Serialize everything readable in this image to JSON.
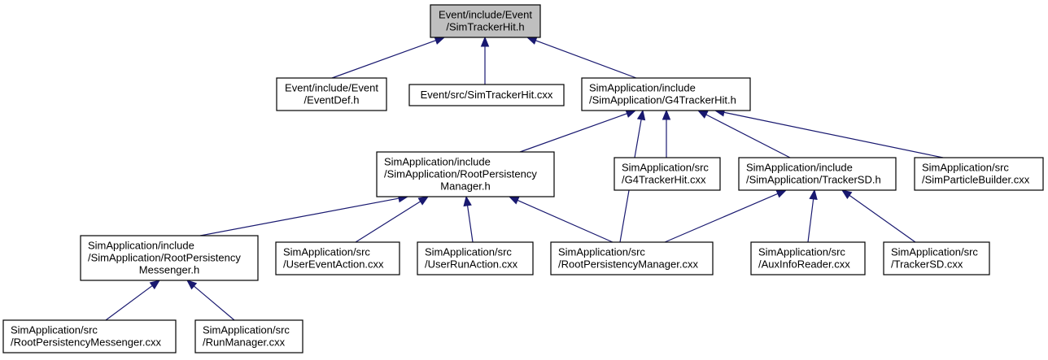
{
  "colors": {
    "edge": "#191970",
    "root_fill": "#bfbfbf",
    "node_fill": "#ffffff",
    "border": "#000000"
  },
  "nodes": {
    "root": [
      "Event/include/Event",
      "/SimTrackerHit.h"
    ],
    "eventdef": [
      "Event/include/Event",
      "/EventDef.h"
    ],
    "simtrackerhit_cxx": [
      "Event/src/SimTrackerHit.cxx"
    ],
    "g4trackerhit_h": [
      "SimApplication/include",
      "/SimApplication/G4TrackerHit.h"
    ],
    "rpm_h": [
      "SimApplication/include",
      "/SimApplication/RootPersistency",
      "Manager.h"
    ],
    "g4trackerhit_cxx": [
      "SimApplication/src",
      "/G4TrackerHit.cxx"
    ],
    "trackersd_h": [
      "SimApplication/include",
      "/SimApplication/TrackerSD.h"
    ],
    "simparticlebuilder": [
      "SimApplication/src",
      "/SimParticleBuilder.cxx"
    ],
    "rpmess_h": [
      "SimApplication/include",
      "/SimApplication/RootPersistency",
      "Messenger.h"
    ],
    "usereventaction": [
      "SimApplication/src",
      "/UserEventAction.cxx"
    ],
    "userrunaction": [
      "SimApplication/src",
      "/UserRunAction.cxx"
    ],
    "rpm_cxx": [
      "SimApplication/src",
      "/RootPersistencyManager.cxx"
    ],
    "auxinforeader": [
      "SimApplication/src",
      "/AuxInfoReader.cxx"
    ],
    "trackersd_cxx": [
      "SimApplication/src",
      "/TrackerSD.cxx"
    ],
    "rpmess_cxx": [
      "SimApplication/src",
      "/RootPersistencyMessenger.cxx"
    ],
    "runmanager": [
      "SimApplication/src",
      "/RunManager.cxx"
    ]
  }
}
